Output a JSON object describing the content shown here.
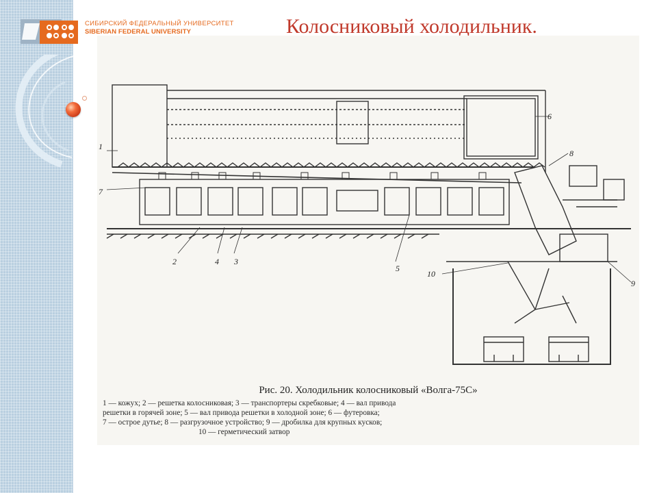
{
  "header": {
    "title": "Колосниковый холодильник."
  },
  "logo": {
    "line1": "СИБИРСКИЙ ФЕДЕРАЛЬНЫЙ УНИВЕРСИТЕТ",
    "line2": "SIBERIAN FEDERAL UNIVERSITY"
  },
  "figure": {
    "caption": "Рис. 20. Холодильник колосниковый «Волга-75С»",
    "legend_lines": [
      "1 — кожух; 2 — решетка колосниковая; 3 — транспортеры скребковые; 4 — вал привода",
      "решетки в горячей зоне; 5 — вал привода решетки в холодной зоне; 6 — футеровка;",
      "7 — острое дутье; 8 — разгрузочное устройство; 9 — дробилка для крупных кусков;",
      "10 — герметический затвор"
    ],
    "callouts": [
      "1",
      "2",
      "3",
      "4",
      "5",
      "6",
      "7",
      "8",
      "9",
      "10"
    ]
  },
  "colors": {
    "title": "#c0392b",
    "logo_orange": "#e56a1f",
    "sidebar": "#b9cfe0"
  }
}
